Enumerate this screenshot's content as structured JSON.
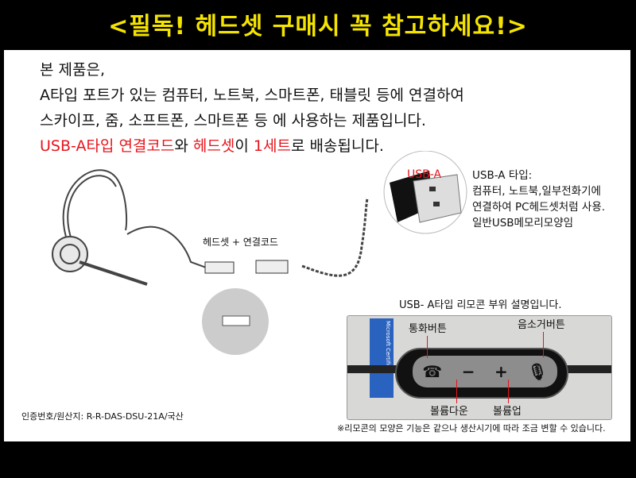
{
  "header": {
    "title": "<필독! 헤드셋 구매시 꼭 참고하세요!>"
  },
  "intro": {
    "line1": "본 제품은,",
    "line2": "A타입 포트가 있는 컴퓨터, 노트북, 스마트폰, 태블릿 등에 연결하여",
    "line3": "스카이프, 줌, 소프트폰, 스마트폰 등 에 사용하는 제품입니다.",
    "line4": {
      "part1": "USB-A타입 연결코드",
      "part2": "와 ",
      "part3": "헤드셋",
      "part4": "이 ",
      "part5": "1세트",
      "part6": "로 배송됩니다."
    }
  },
  "connection_label": "헤드셋 + 연결코드",
  "usb": {
    "badge": "USB-A",
    "title": "USB-A 타입:",
    "desc1": "컴퓨터, 노트북,일부전화기에",
    "desc2": "연결하여 PC헤드셋처럼 사용.",
    "desc3": "일반USB메모리모양임"
  },
  "remote": {
    "title": "USB- A타입 리모콘 부위 설명입니다.",
    "call": "통화버튼",
    "mute": "음소거버튼",
    "vol_down": "볼륨다운",
    "vol_up": "볼륨업",
    "sticker": "Microsoft Certified"
  },
  "note": "※리모콘의 모양은 기능은 같으나 생산시기에 따라 조금 변할 수 있습니다.",
  "cert": "인증번호/원산지: R-R-DAS-DSU-21A/국산",
  "colors": {
    "title": "#f5e400",
    "accent": "#e8141c"
  }
}
